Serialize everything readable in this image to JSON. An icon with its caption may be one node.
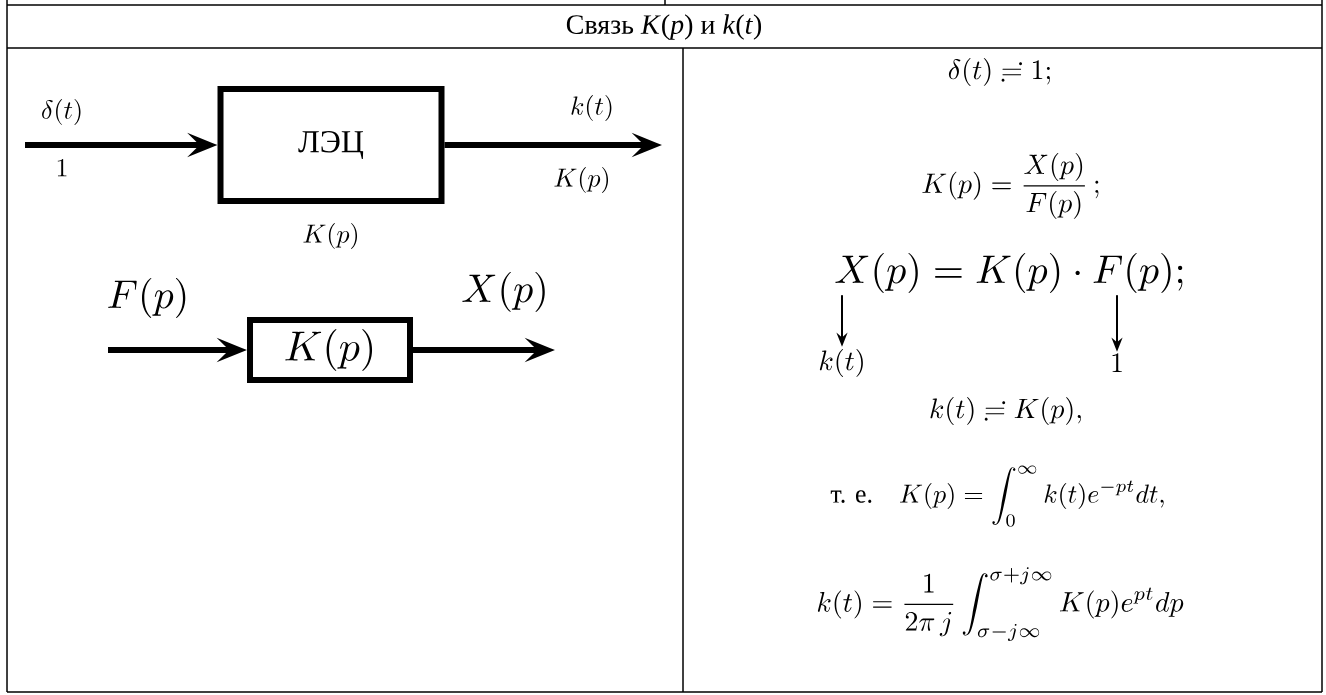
{
  "diagram": {
    "title": "Связь *K*(*p*) и *k*(*t*)",
    "nodes": [
      {
        "text": [
          "ЛЭЦ"
        ],
        "beside": [
          "K(p)"
        ]
      },
      {
        "text": [
          "K(p)"
        ]
      },
      {
        "text": [
          "k(t)"
        ]
      },
      {
        "text": [
          "1"
        ]
      },
      {
        "text": [
          "X(p)=K(p)\\cdot F(p);"
        ]
      }
    ],
    "edges": [
      {
        "from": null,
        "to": 0,
        "arrow": "to",
        "label": "\\delta(t)"
      },
      {
        "from": 0,
        "to": null,
        "arrow": "to",
        "label": "k(t)"
      },
      {
        "from": null,
        "to": 1,
        "arrow": "to",
        "label": "F(p)"
      },
      {
        "from": 1,
        "to": null,
        "arrow": "to",
        "label": "X(p)"
      },
      {
        "from": 4,
        "to": 2,
        "arrow": "to"
      },
      {
        "from": 4,
        "to": 3,
        "arrow": "to"
      }
    ],
    "labels": [
      "1",
      "K(p)",
      "\\delta(t)\\risingdotseq 1;",
      "K(p)=\\frac{X(p)}{F(p)}\\,;",
      "k(t)\\risingdotseq K(p),",
      "\\text{т. е.}\\quad K(p)=\\int_0^\\infty k(t)e^{-pt}dt,",
      "k(t)=\\frac{1}{2\\pi\\, j}\\int_{\\sigma-j\\infty}^{\\sigma+j\\infty}K(p)e^{pt}dp"
    ]
  }
}
